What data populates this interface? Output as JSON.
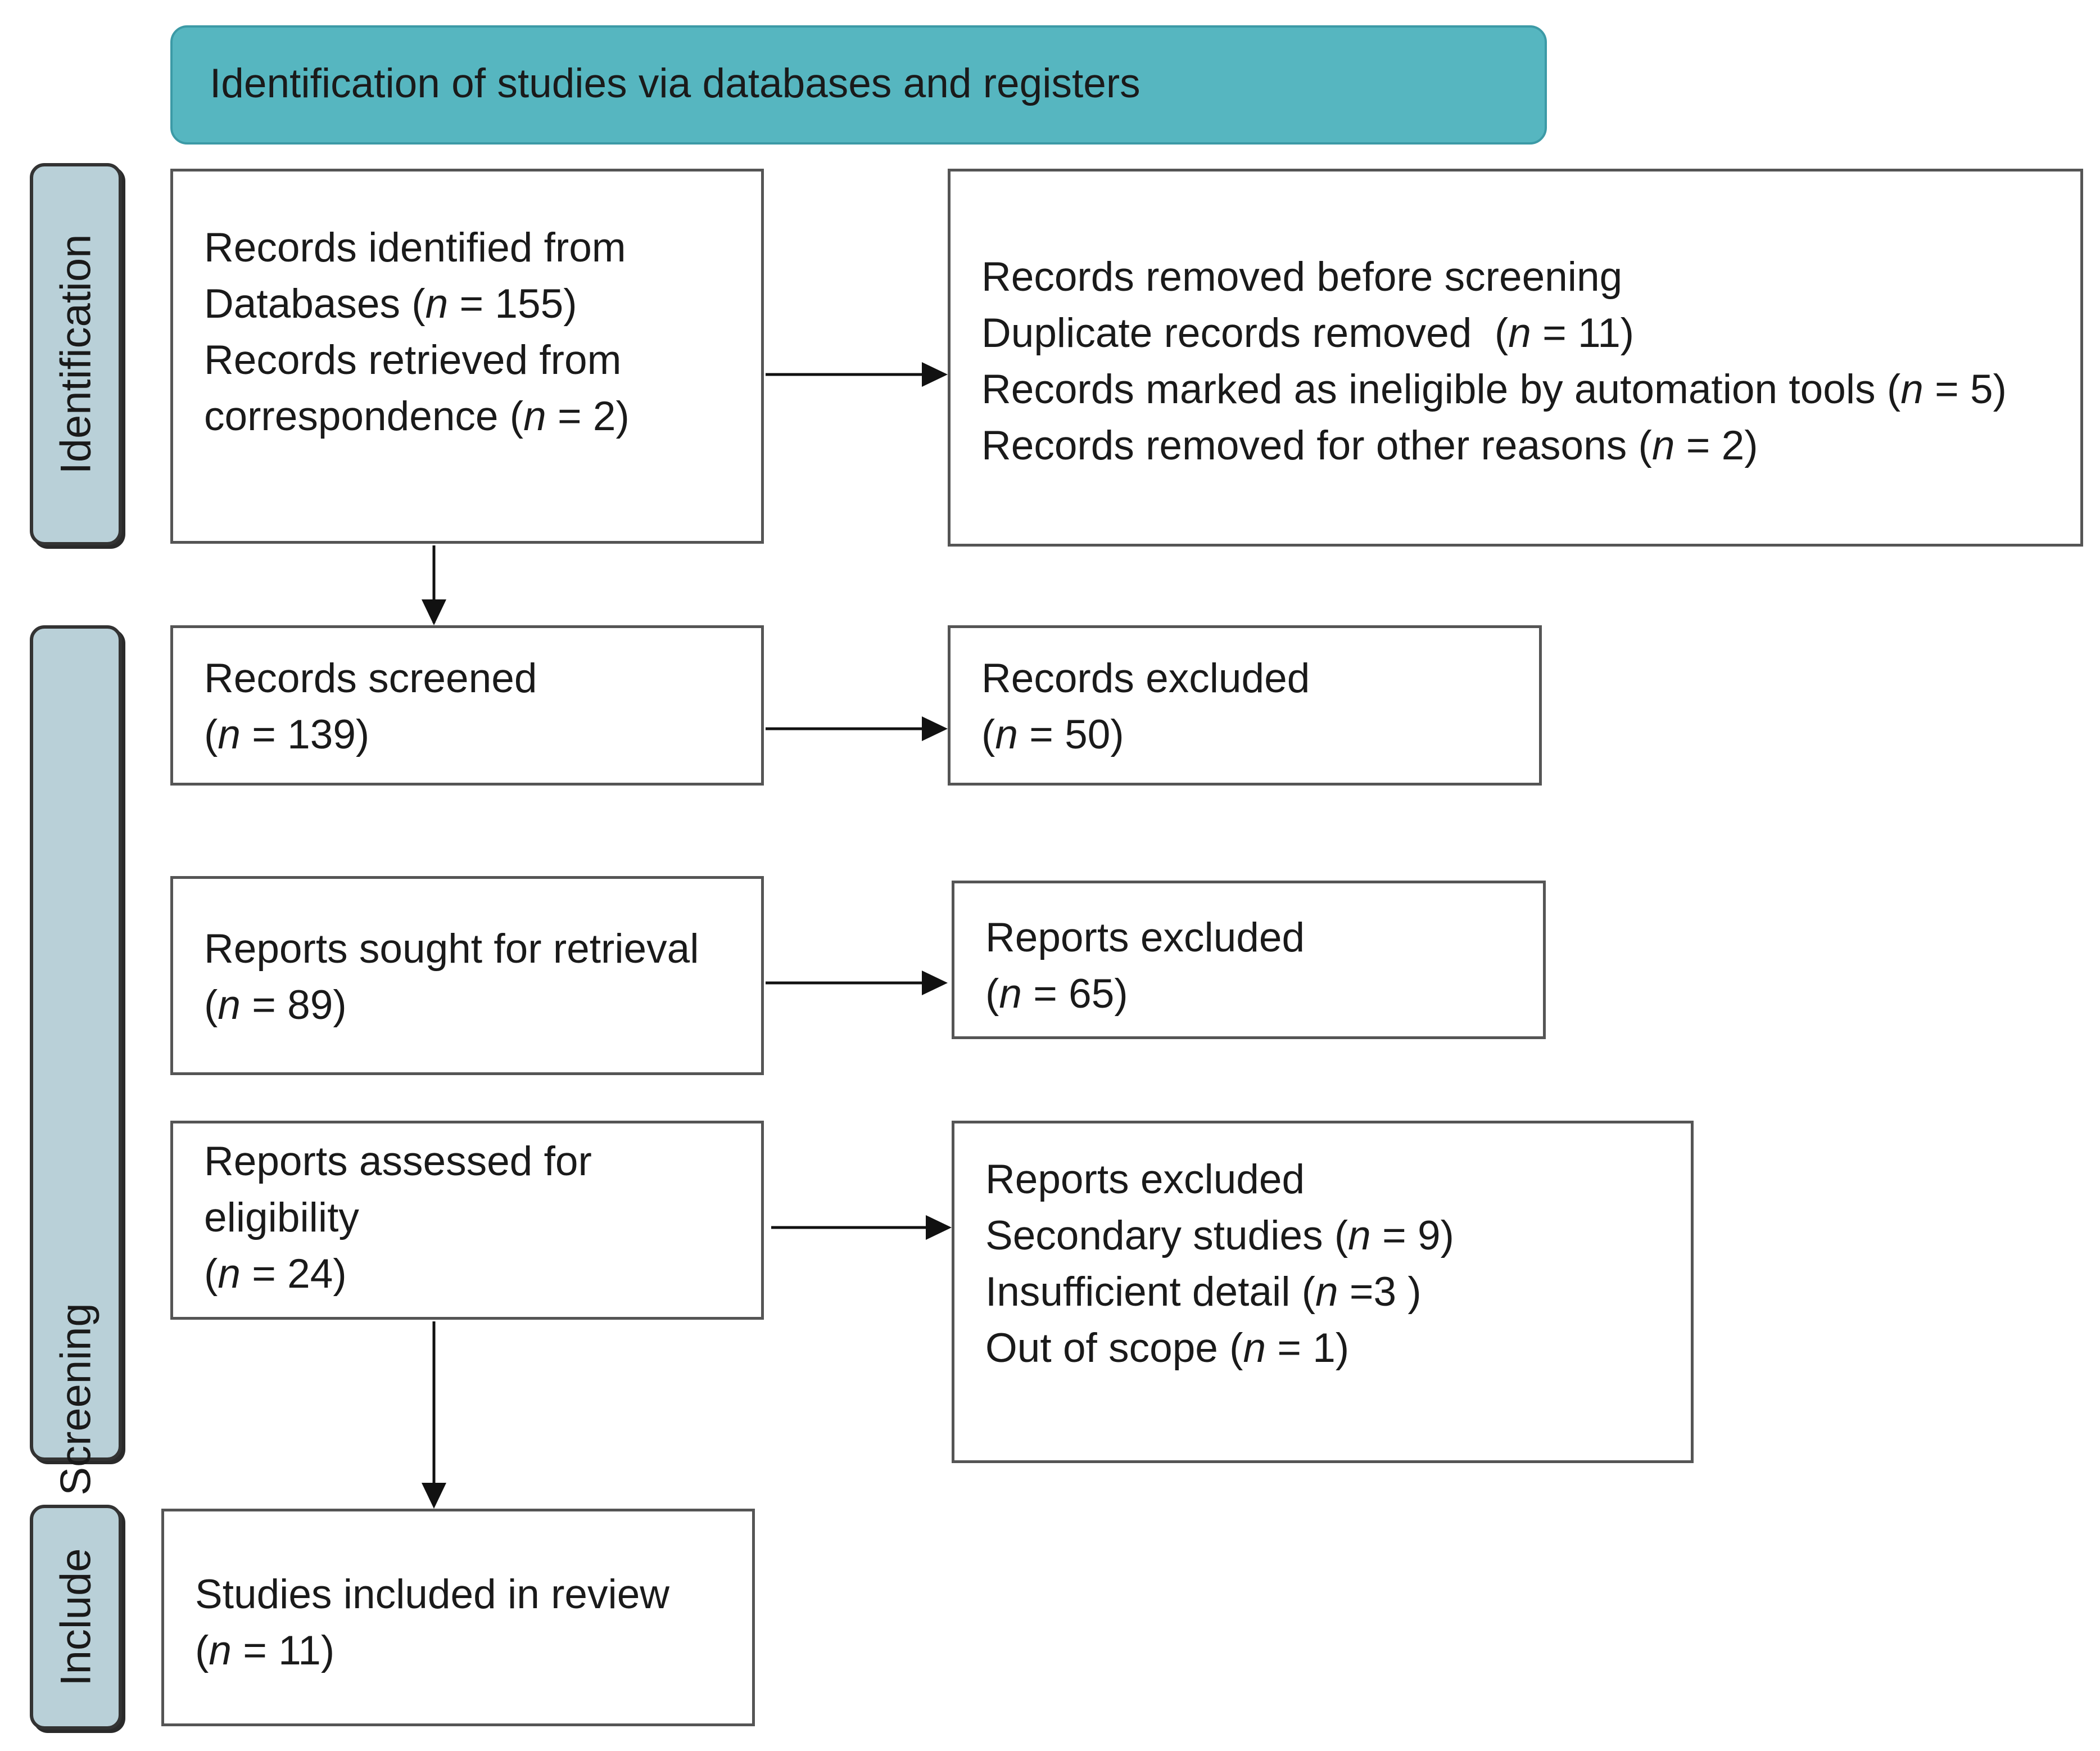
{
  "header": "Identification of studies via databases and registers",
  "phases": {
    "identification": "Identification",
    "screening": "Screening",
    "include": "Include"
  },
  "boxes": {
    "records_identified": [
      {
        "pre": "Records identified from"
      },
      {
        "pre": "Databases (",
        "n": "n",
        "post": " = 155)"
      },
      {
        "pre": "Records retrieved from"
      },
      {
        "pre": "correspondence (",
        "n": "n",
        "post": " = 2)"
      }
    ],
    "records_removed": [
      {
        "pre": "Records removed before screening"
      },
      {
        "pre": "Duplicate records removed  (",
        "n": "n",
        "post": " = 11)"
      },
      {
        "pre": "Records marked as ineligible by automation tools (",
        "n": "n",
        "post": " = 5)"
      },
      {
        "pre": "Records removed for other reasons (",
        "n": "n",
        "post": " = 2)"
      }
    ],
    "records_screened": [
      {
        "pre": "Records screened"
      },
      {
        "pre": "(",
        "n": "n",
        "post": " = 139)"
      }
    ],
    "records_excluded": [
      {
        "pre": "Records excluded"
      },
      {
        "pre": "(",
        "n": "n",
        "post": " = 50)"
      }
    ],
    "reports_sought": [
      {
        "pre": "Reports sought for retrieval"
      },
      {
        "pre": "(",
        "n": "n",
        "post": " = 89)"
      }
    ],
    "reports_not_retrieved": [
      {
        "pre": "Reports excluded"
      },
      {
        "pre": "(",
        "n": "n",
        "post": " = 65)"
      }
    ],
    "reports_assessed": [
      {
        "pre": "Reports assessed for"
      },
      {
        "pre": "eligibility"
      },
      {
        "pre": "(",
        "n": "n",
        "post": " = 24)"
      }
    ],
    "reports_excluded": [
      {
        "pre": "Reports excluded"
      },
      {
        "pre": "Secondary studies (",
        "n": "n",
        "post": " = 9)"
      },
      {
        "pre": "Insufficient detail (",
        "n": "n",
        "post": " =3 )"
      },
      {
        "pre": "Out of scope (",
        "n": "n",
        "post": " = 1)"
      }
    ],
    "studies_included": [
      {
        "pre": "Studies included in review"
      },
      {
        "pre": "(",
        "n": "n",
        "post": " = 11)"
      }
    ]
  }
}
